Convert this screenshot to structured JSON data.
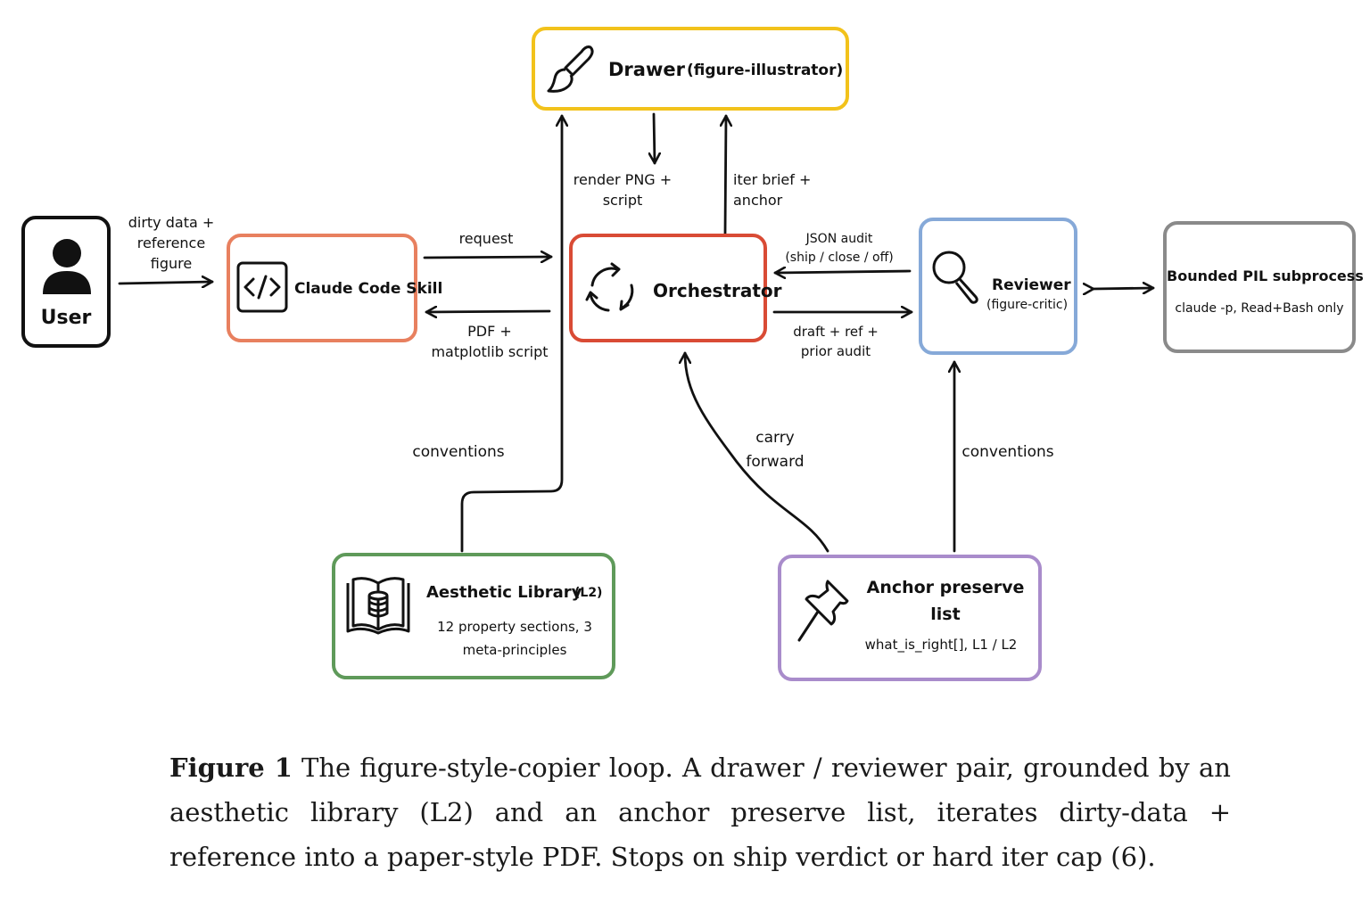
{
  "nodes": {
    "user": {
      "label": "User",
      "color": "#111111"
    },
    "skill": {
      "label": "Claude Code Skill",
      "color": "#e8805f"
    },
    "drawer": {
      "label": "Drawer",
      "sublabel": "(figure-illustrator)",
      "color": "#f2c21b"
    },
    "orchestrator": {
      "label": "Orchestrator",
      "color": "#d94b35"
    },
    "reviewer": {
      "label": "Reviewer",
      "sublabel": "(figure-critic)",
      "color": "#86a9d8"
    },
    "pil": {
      "label": "Bounded PIL subprocess",
      "sublabel": "claude -p, Read+Bash only",
      "color": "#8a8a8a"
    },
    "library": {
      "label": "Aesthetic Library",
      "tag": "(L2)",
      "sublabel_line1": "12 property sections, 3",
      "sublabel_line2": "meta-principles",
      "color": "#5f9a5a"
    },
    "anchor": {
      "label_line1": "Anchor preserve",
      "label_line2": "list",
      "sublabel": "what_is_right[], L1 / L2",
      "color": "#a98ccb"
    }
  },
  "edges": {
    "user_to_skill": [
      "dirty data +",
      "reference",
      "figure"
    ],
    "skill_to_orch": [
      "request"
    ],
    "orch_to_skill": [
      "PDF +",
      "matplotlib script"
    ],
    "drawer_to_orch": [
      "render PNG +",
      "script"
    ],
    "orch_to_drawer": [
      "iter brief +",
      "anchor"
    ],
    "reviewer_to_orch": [
      "JSON audit",
      "(ship / close / off)"
    ],
    "orch_to_reviewer": [
      "draft + ref +",
      "prior audit"
    ],
    "library_to_drawer": [
      "conventions"
    ],
    "anchor_to_orch": [
      "carry",
      "forward"
    ],
    "anchor_to_reviewer": [
      "conventions"
    ]
  },
  "icons": {
    "user": "person-icon",
    "skill": "code-icon",
    "drawer": "paintbrush-icon",
    "orchestrator": "refresh-cycle-icon",
    "reviewer": "magnifier-icon",
    "library": "book-database-icon",
    "anchor": "pushpin-icon"
  },
  "caption": {
    "label": "Figure 1",
    "text": "The figure-style-copier loop. A drawer / reviewer pair, grounded by an aesthetic library (L2) and an anchor preserve list, iterates dirty-data + reference into a paper-style PDF. Stops on ship verdict or hard iter cap (6)."
  }
}
